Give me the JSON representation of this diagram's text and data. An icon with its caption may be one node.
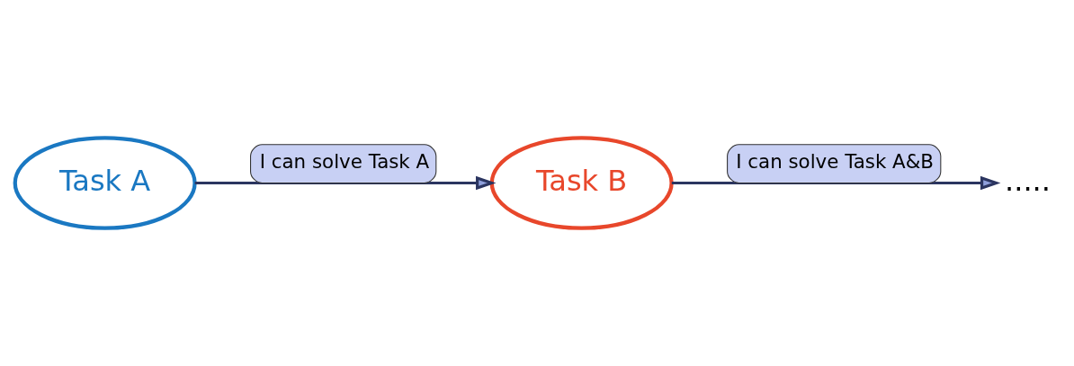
{
  "diagram": {
    "nodes": [
      {
        "text": [
          "Task A"
        ]
      },
      {
        "text": [
          "Task B"
        ]
      },
      {
        "text": [
          "....."
        ]
      }
    ],
    "edges": [
      {
        "from": 0,
        "to": 1,
        "arrow": "to",
        "label": "I can solve Task A"
      },
      {
        "from": 1,
        "to": 2,
        "arrow": "to",
        "label": "I can solve Task A&B"
      }
    ]
  }
}
